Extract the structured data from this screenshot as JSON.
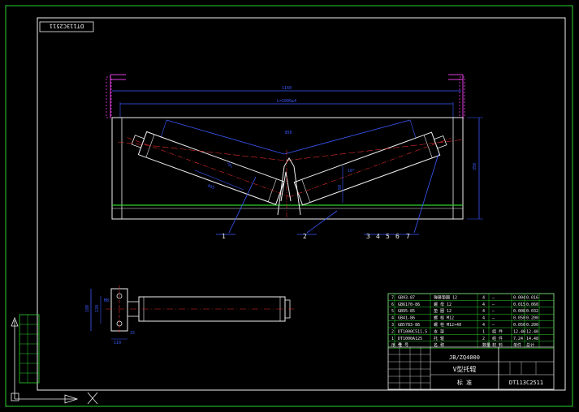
{
  "drawing": {
    "stamp_top_left": "DT113C2511",
    "drawing_no": "DT113C2511",
    "standard": "JB/ZQ4000",
    "part_name": "V型托辊",
    "unit_label": "标 准"
  },
  "callouts": [
    "1",
    "2",
    "3",
    "4",
    "5",
    "6",
    "7"
  ],
  "dims": {
    "top_span": "1160",
    "inner_span": "L=1000±4",
    "roller_len": "465",
    "trough_len": "950",
    "height": "350",
    "side_view_height": "180",
    "side_view_width": "110",
    "side_view_mid": "120",
    "angle_a": "10°",
    "angle_b": "10°",
    "misc_a": "50",
    "misc_b": "15",
    "misc_c": "M8"
  },
  "bom": {
    "rows": [
      {
        "no": "7",
        "code": "GB93-87",
        "name": "弹簧垫圈 12",
        "qty": "4",
        "mat": "—",
        "w1": "0.004",
        "w2": "0.016"
      },
      {
        "no": "6",
        "code": "GB6170-86",
        "name": "螺 母 12",
        "qty": "4",
        "mat": "—",
        "w1": "0.015",
        "w2": "0.060"
      },
      {
        "no": "5",
        "code": "GB95-85",
        "name": "垫 圈 12",
        "qty": "4",
        "mat": "—",
        "w1": "0.008",
        "w2": "0.032"
      },
      {
        "no": "4",
        "code": "GB41-86",
        "name": "螺 栓 M12",
        "qty": "4",
        "mat": "—",
        "w1": "0.050",
        "w2": "0.200"
      },
      {
        "no": "3",
        "code": "GB5783-86",
        "name": "螺 栓 M12×40",
        "qty": "4",
        "mat": "—",
        "w1": "0.050",
        "w2": "0.200"
      },
      {
        "no": "2",
        "code": "DT1000C511.5",
        "name": "支 架",
        "qty": "1",
        "mat": "组 件",
        "w1": "12.40",
        "w2": "12.40"
      },
      {
        "no": "1",
        "code": "DT1000A125",
        "name": "托 辊",
        "qty": "2",
        "mat": "组 件",
        "w1": "7.24",
        "w2": "14.48"
      }
    ],
    "header": [
      "序 号",
      "代 号",
      "名 称",
      "数量",
      "材 料",
      "单件",
      "总计"
    ]
  }
}
